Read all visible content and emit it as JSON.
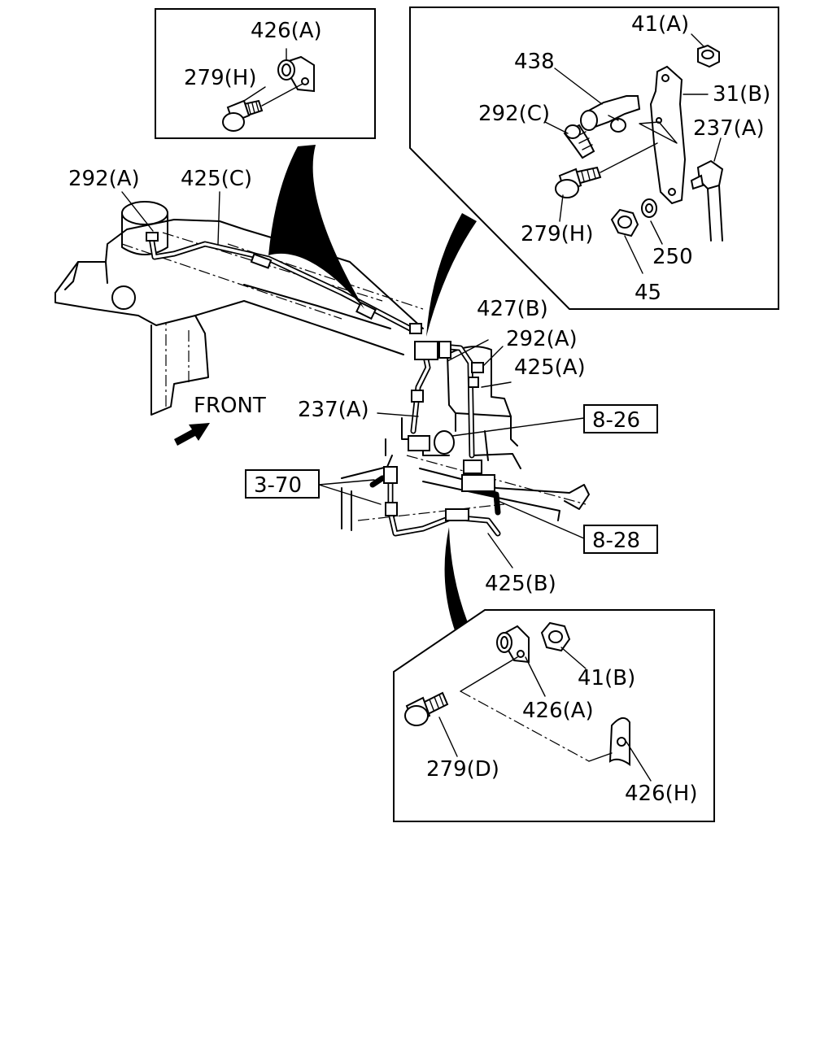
{
  "labels": {
    "l_426A_top": "426(A)",
    "l_279H_top": "279(H)",
    "l_41A": "41(A)",
    "l_438": "438",
    "l_31B": "31(B)",
    "l_292C": "292(C)",
    "l_237A_top": "237(A)",
    "l_279H_right": "279(H)",
    "l_250": "250",
    "l_45": "45",
    "l_292A_left": "292(A)",
    "l_425C": "425(C)",
    "l_427B": "427(B)",
    "l_292A_mid": "292(A)",
    "l_425A": "425(A)",
    "l_front": "FRONT",
    "l_237A_mid": "237(A)",
    "l_ref_826": "8-26",
    "l_ref_370": "3-70",
    "l_ref_828": "8-28",
    "l_425B": "425(B)",
    "l_41B": "41(B)",
    "l_426A_bottom": "426(A)",
    "l_279D": "279(D)",
    "l_426H": "426(H)"
  }
}
